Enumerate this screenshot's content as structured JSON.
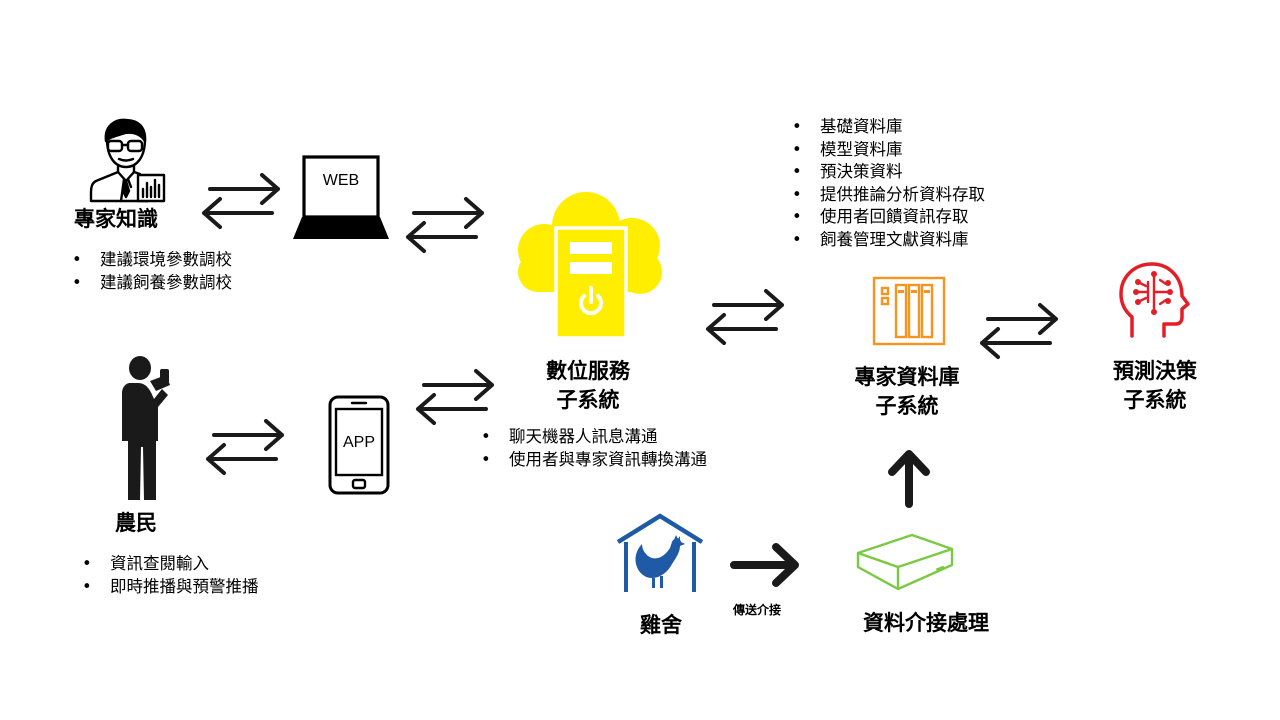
{
  "expert": {
    "label": "專家知識",
    "bullets": [
      "建議環境參數調校",
      "建議飼養參數調校"
    ]
  },
  "web": {
    "label": "WEB"
  },
  "farmer": {
    "label": "農民",
    "bullets": [
      "資訊查閱輸入",
      "即時推播與預警推播"
    ]
  },
  "app": {
    "label": "APP"
  },
  "digital_service": {
    "label_line1": "數位服務",
    "label_line2": "子系統",
    "bullets": [
      "聊天機器人訊息溝通",
      "使用者與專家資訊轉換溝通"
    ]
  },
  "expert_db": {
    "label_line1": "專家資料庫",
    "label_line2": "子系統",
    "bullets": [
      "基礎資料庫",
      "模型資料庫",
      "預決策資料",
      "提供推論分析資料存取",
      "使用者回饋資訊存取",
      "飼養管理文獻資料庫"
    ]
  },
  "prediction": {
    "label_line1": "預測決策",
    "label_line2": "子系統"
  },
  "coop": {
    "label": "雞舍"
  },
  "transfer": {
    "label": "傳送介接"
  },
  "interface": {
    "label": "資料介接處理"
  },
  "colors": {
    "cloud": "#ffee00",
    "server_box": "#f7941d",
    "coop_blue": "#1f5aa6",
    "brain_red": "#e41e26",
    "device_green": "#7ac943",
    "arrow": "#1a1a1a"
  }
}
